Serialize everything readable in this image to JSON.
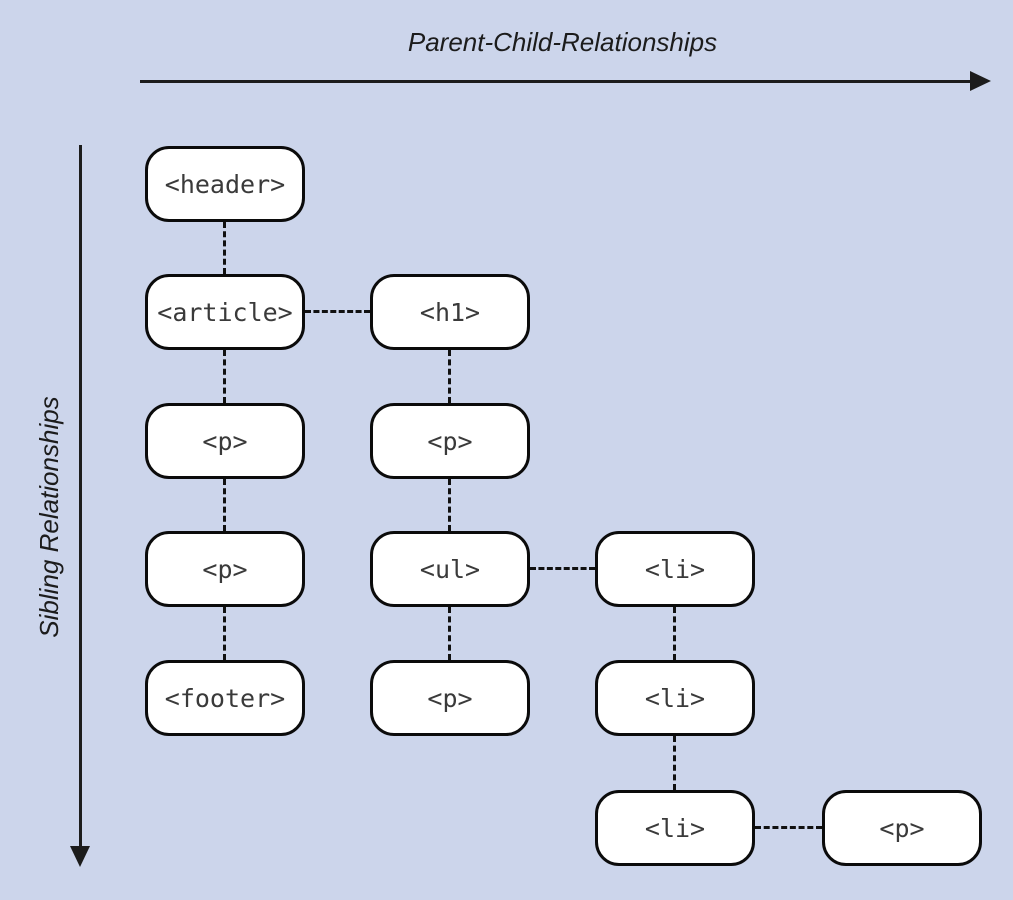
{
  "diagram": {
    "background_color": "#ccd5eb",
    "node_fill_color": "#ffffff",
    "node_border_color": "#0b0b0b",
    "connector_color": "#111111",
    "axes": {
      "x_label": "Parent-Child-Relationships",
      "y_label": "Sibling Relationships"
    },
    "nodes": [
      {
        "id": "header",
        "label": "<header>",
        "col": 1,
        "row": 1
      },
      {
        "id": "article",
        "label": "<article>",
        "col": 1,
        "row": 2
      },
      {
        "id": "h1",
        "label": "<h1>",
        "col": 2,
        "row": 2
      },
      {
        "id": "p1",
        "label": "<p>",
        "col": 1,
        "row": 3
      },
      {
        "id": "p2",
        "label": "<p>",
        "col": 2,
        "row": 3
      },
      {
        "id": "p3",
        "label": "<p>",
        "col": 1,
        "row": 4
      },
      {
        "id": "ul",
        "label": "<ul>",
        "col": 2,
        "row": 4
      },
      {
        "id": "li1",
        "label": "<li>",
        "col": 3,
        "row": 4
      },
      {
        "id": "footer",
        "label": "<footer>",
        "col": 1,
        "row": 5
      },
      {
        "id": "p4",
        "label": "<p>",
        "col": 2,
        "row": 5
      },
      {
        "id": "li2",
        "label": "<li>",
        "col": 3,
        "row": 5
      },
      {
        "id": "li3",
        "label": "<li>",
        "col": 3,
        "row": 6
      },
      {
        "id": "p5",
        "label": "<p>",
        "col": 4,
        "row": 6
      }
    ],
    "edges": [
      {
        "from": "header",
        "to": "article",
        "type": "sibling"
      },
      {
        "from": "article",
        "to": "h1",
        "type": "parent-child"
      },
      {
        "from": "article",
        "to": "p1",
        "type": "sibling"
      },
      {
        "from": "p1",
        "to": "p3",
        "type": "sibling"
      },
      {
        "from": "p3",
        "to": "footer",
        "type": "sibling"
      },
      {
        "from": "h1",
        "to": "p2",
        "type": "sibling"
      },
      {
        "from": "p2",
        "to": "ul",
        "type": "sibling"
      },
      {
        "from": "ul",
        "to": "li1",
        "type": "parent-child"
      },
      {
        "from": "ul",
        "to": "p4",
        "type": "sibling"
      },
      {
        "from": "li1",
        "to": "li2",
        "type": "sibling"
      },
      {
        "from": "li2",
        "to": "li3",
        "type": "sibling"
      },
      {
        "from": "li3",
        "to": "p5",
        "type": "parent-child"
      }
    ]
  }
}
